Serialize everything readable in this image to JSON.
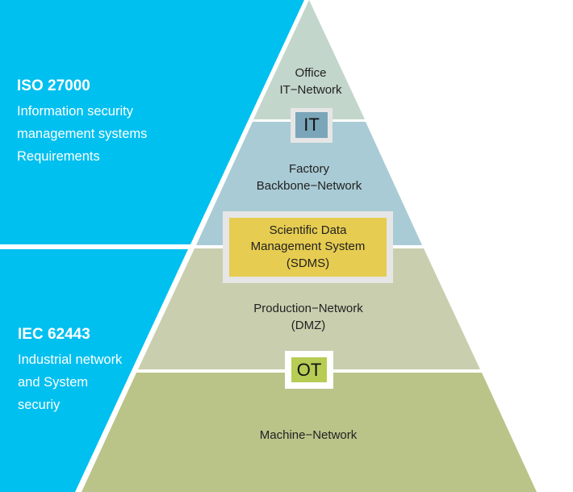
{
  "colors": {
    "standard_bg": "#00c0f0",
    "tier_office": "#c3d6cb",
    "tier_factory": "#a9cbd5",
    "tier_production": "#c9cfae",
    "tier_machine": "#bac489",
    "badge_it": "#7ba6b9",
    "badge_ot": "#b6cc55",
    "badge_sdms": "#e6cc50",
    "frame": "#e6e6e6"
  },
  "standards": [
    {
      "title": "ISO 27000",
      "lines": [
        "Information security",
        "management systems",
        "Requirements"
      ]
    },
    {
      "title": "IEC 62443",
      "lines": [
        "Industrial network",
        "and System",
        "securiy"
      ]
    }
  ],
  "pyramid": {
    "tiers": [
      {
        "id": "office",
        "lines": [
          "Office",
          "IT−Network"
        ]
      },
      {
        "id": "factory",
        "lines": [
          "Factory",
          "Backbone−Network"
        ]
      },
      {
        "id": "production",
        "lines": [
          "Production−Network",
          "(DMZ)"
        ]
      },
      {
        "id": "machine",
        "lines": [
          "Machine−Network"
        ]
      }
    ],
    "badges": {
      "it": "IT",
      "ot": "OT",
      "sdms": [
        "Scientific Data",
        "Management System",
        "(SDMS)"
      ]
    }
  }
}
